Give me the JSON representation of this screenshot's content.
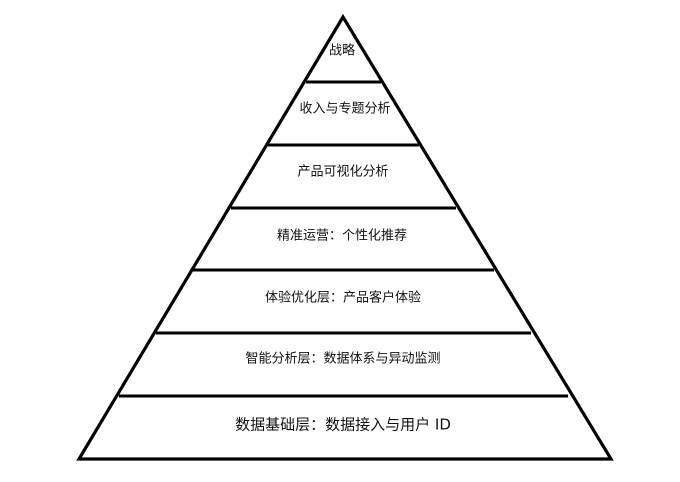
{
  "diagram": {
    "type": "pyramid",
    "stroke_color": "#000000",
    "fill_color": "#ffffff",
    "text_color": "#111111",
    "layers": [
      {
        "label": "战略"
      },
      {
        "label": "收入与专题分析"
      },
      {
        "label": "产品可视化分析"
      },
      {
        "label": "精准运营：个性化推荐"
      },
      {
        "label": "体验优化层：产品客户体验"
      },
      {
        "label": "智能分析层：数据体系与异动监测"
      },
      {
        "label": "数据基础层：数据接入与用户 ID"
      }
    ]
  }
}
